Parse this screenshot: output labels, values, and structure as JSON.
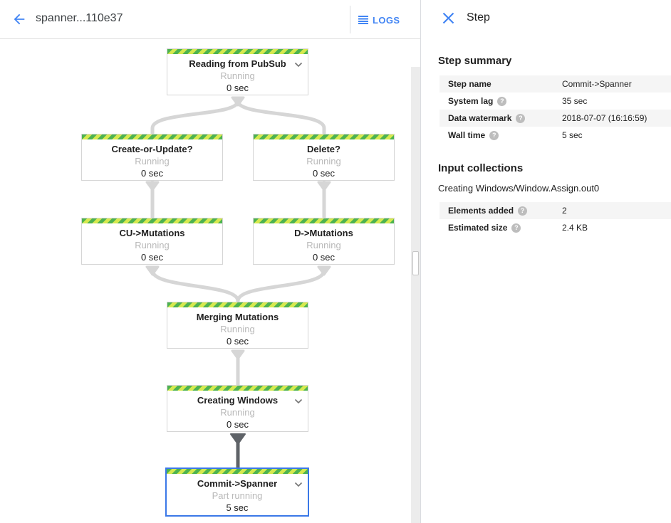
{
  "header": {
    "title": "spanner...110e37",
    "logs_label": "LOGS"
  },
  "panel": {
    "title": "Step",
    "help_glyph": "?",
    "summary": {
      "heading": "Step summary",
      "rows": [
        {
          "label": "Step name",
          "value": "Commit->Spanner"
        },
        {
          "label": "System lag",
          "value": "35 sec"
        },
        {
          "label": "Data watermark",
          "value": "2018-07-07 (16:16:59)"
        },
        {
          "label": "Wall time",
          "value": "5 sec"
        }
      ]
    },
    "input_collections": {
      "heading": "Input collections",
      "collection": "Creating Windows/Window.Assign.out0",
      "rows": [
        {
          "label": "Elements added",
          "value": "2"
        },
        {
          "label": "Estimated size",
          "value": "2.4 KB"
        }
      ]
    }
  },
  "graph": {
    "nodes": [
      {
        "name": "Reading from PubSub",
        "status": "Running",
        "time": "0 sec"
      },
      {
        "name": "Create-or-Update?",
        "status": "Running",
        "time": "0 sec"
      },
      {
        "name": "Delete?",
        "status": "Running",
        "time": "0 sec"
      },
      {
        "name": "CU->Mutations",
        "status": "Running",
        "time": "0 sec"
      },
      {
        "name": "D->Mutations",
        "status": "Running",
        "time": "0 sec"
      },
      {
        "name": "Merging Mutations",
        "status": "Running",
        "time": "0 sec"
      },
      {
        "name": "Creating Windows",
        "status": "Running",
        "time": "0 sec"
      },
      {
        "name": "Commit->Spanner",
        "status": "Part running",
        "time": "5 sec"
      }
    ]
  },
  "colors": {
    "accent_blue": "#4285f4",
    "selected_border": "#3b78e7",
    "stripe_green": "#4db350",
    "stripe_lime": "#d6e94f",
    "edge_light": "#d6d6d6",
    "edge_dark": "#5f6368",
    "row_stripe_bg": "#f5f5f5"
  }
}
